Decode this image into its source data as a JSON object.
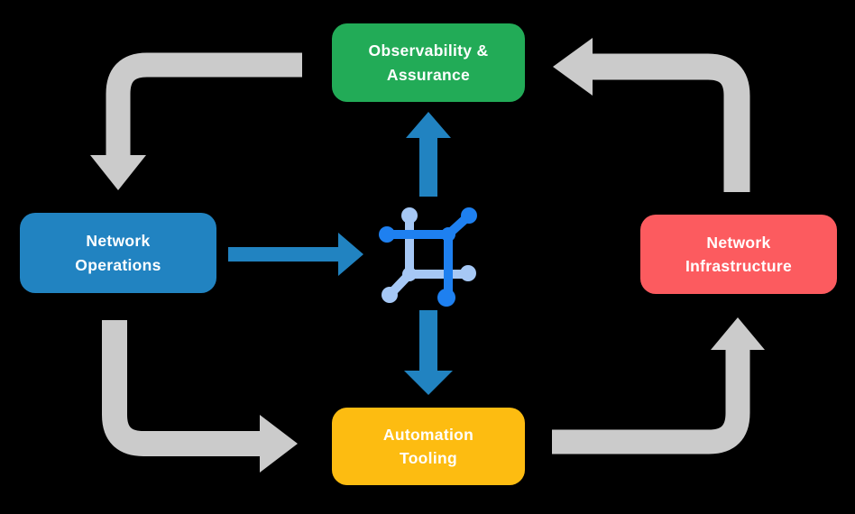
{
  "colors": {
    "background": "#000000",
    "arrow_gray": "#cbcbcb",
    "arrow_blue": "#2183c1",
    "node_green": "#22ab57",
    "node_blue": "#2183c1",
    "node_red": "#fc5b5f",
    "node_yellow": "#fdbc11",
    "icon_dark_blue": "#1e80f0",
    "icon_light_blue": "#a6c8f5",
    "label_text": "#ffffff"
  },
  "diagram": {
    "nodes": [
      {
        "id": "observability-assurance",
        "lines": [
          "Observability &",
          "Assurance"
        ],
        "color_key": "node_green"
      },
      {
        "id": "network-operations",
        "lines": [
          "Network",
          "Operations"
        ],
        "color_key": "node_blue"
      },
      {
        "id": "network-infrastructure",
        "lines": [
          "Network",
          "Infrastructure"
        ],
        "color_key": "node_red"
      },
      {
        "id": "automation-tooling",
        "lines": [
          "Automation",
          "Tooling"
        ],
        "color_key": "node_yellow"
      }
    ],
    "center_icon": "network-mesh-icon",
    "flows": [
      {
        "from": "observability-assurance",
        "to": "network-operations",
        "style": "gray"
      },
      {
        "from": "network-operations",
        "to": "automation-tooling",
        "style": "gray"
      },
      {
        "from": "automation-tooling",
        "to": "network-infrastructure",
        "style": "gray"
      },
      {
        "from": "network-infrastructure",
        "to": "observability-assurance",
        "style": "gray"
      },
      {
        "from": "network-operations",
        "to": "center-icon",
        "style": "blue"
      },
      {
        "from": "center-icon",
        "to": "observability-assurance",
        "style": "blue"
      },
      {
        "from": "center-icon",
        "to": "automation-tooling",
        "style": "blue"
      }
    ]
  }
}
